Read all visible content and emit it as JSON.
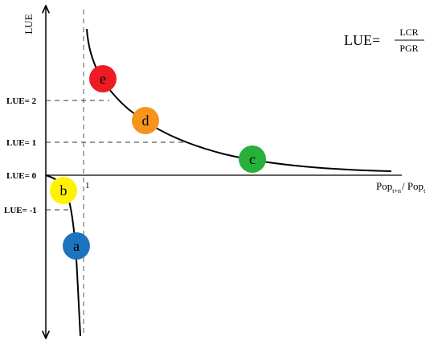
{
  "axis": {
    "ylabel": "LUE",
    "x_tick_label": "1",
    "xlabel_main": "Pop",
    "xlabel_sub1": "t+n",
    "xlabel_mid": "/ Pop",
    "xlabel_sub2": "t"
  },
  "ticks": [
    {
      "id": "lue2",
      "label": "LUE= 2"
    },
    {
      "id": "lue1",
      "label": "LUE= 1"
    },
    {
      "id": "lue0",
      "label": "LUE= 0"
    },
    {
      "id": "luem1",
      "label": "LUE= -1"
    }
  ],
  "formula": {
    "lhs": "LUE=",
    "numerator": "LCR",
    "denominator": "PGR"
  },
  "points": [
    {
      "id": "a",
      "label": "a",
      "color": "#1E73BE"
    },
    {
      "id": "b",
      "label": "b",
      "color": "#FFF200"
    },
    {
      "id": "c",
      "label": "c",
      "color": "#27B03A"
    },
    {
      "id": "d",
      "label": "d",
      "color": "#F7941D"
    },
    {
      "id": "e",
      "label": "e",
      "color": "#ED1C24"
    }
  ]
}
